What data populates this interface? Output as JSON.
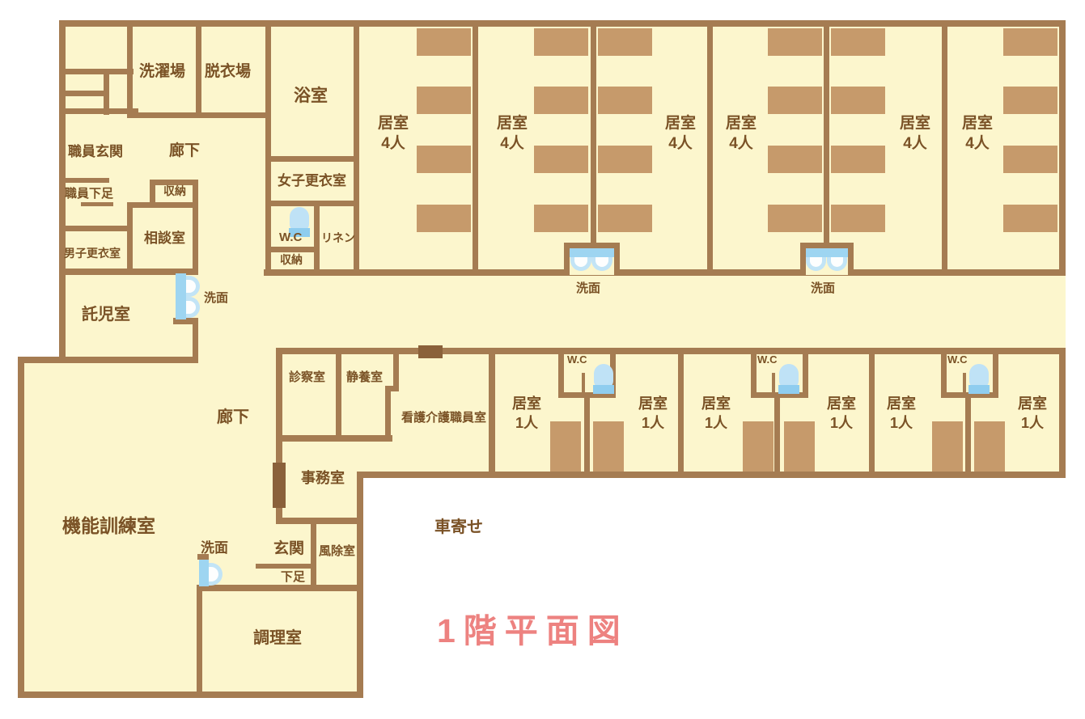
{
  "title": "1階平面図",
  "colors": {
    "floor_fill": "#FCF6CD",
    "wall": "#A57C52",
    "bed": "#C69A6B",
    "door_marker": "#8A613A",
    "text": "#7A5226",
    "title_pink": "#ED8280",
    "fixture_blue": "#9ED5F1"
  },
  "labels": {
    "laundry": "洗濯場",
    "undressing": "脱衣場",
    "bath": "浴室",
    "staff_entrance": "職員玄関",
    "corridor": "廊下",
    "staff_shoes": "職員下足",
    "storage": "収納",
    "consult_room": "相談室",
    "mens_changing": "男子更衣室",
    "womens_changing": "女子更衣室",
    "wc": "W.C",
    "linen": "リネン",
    "nursery": "託児室",
    "washbasin": "洗面",
    "room4_line1": "居室",
    "room4_line2": "4人",
    "room1_line1": "居室",
    "room1_line2": "1人",
    "exam_room": "診察室",
    "rest_room": "静養室",
    "nurse_station": "看護介護職員室",
    "office": "事務室",
    "training_room": "機能訓練室",
    "entrance": "玄関",
    "shoes": "下足",
    "windbreak": "風除室",
    "kitchen": "調理室",
    "porch": "車寄せ"
  }
}
